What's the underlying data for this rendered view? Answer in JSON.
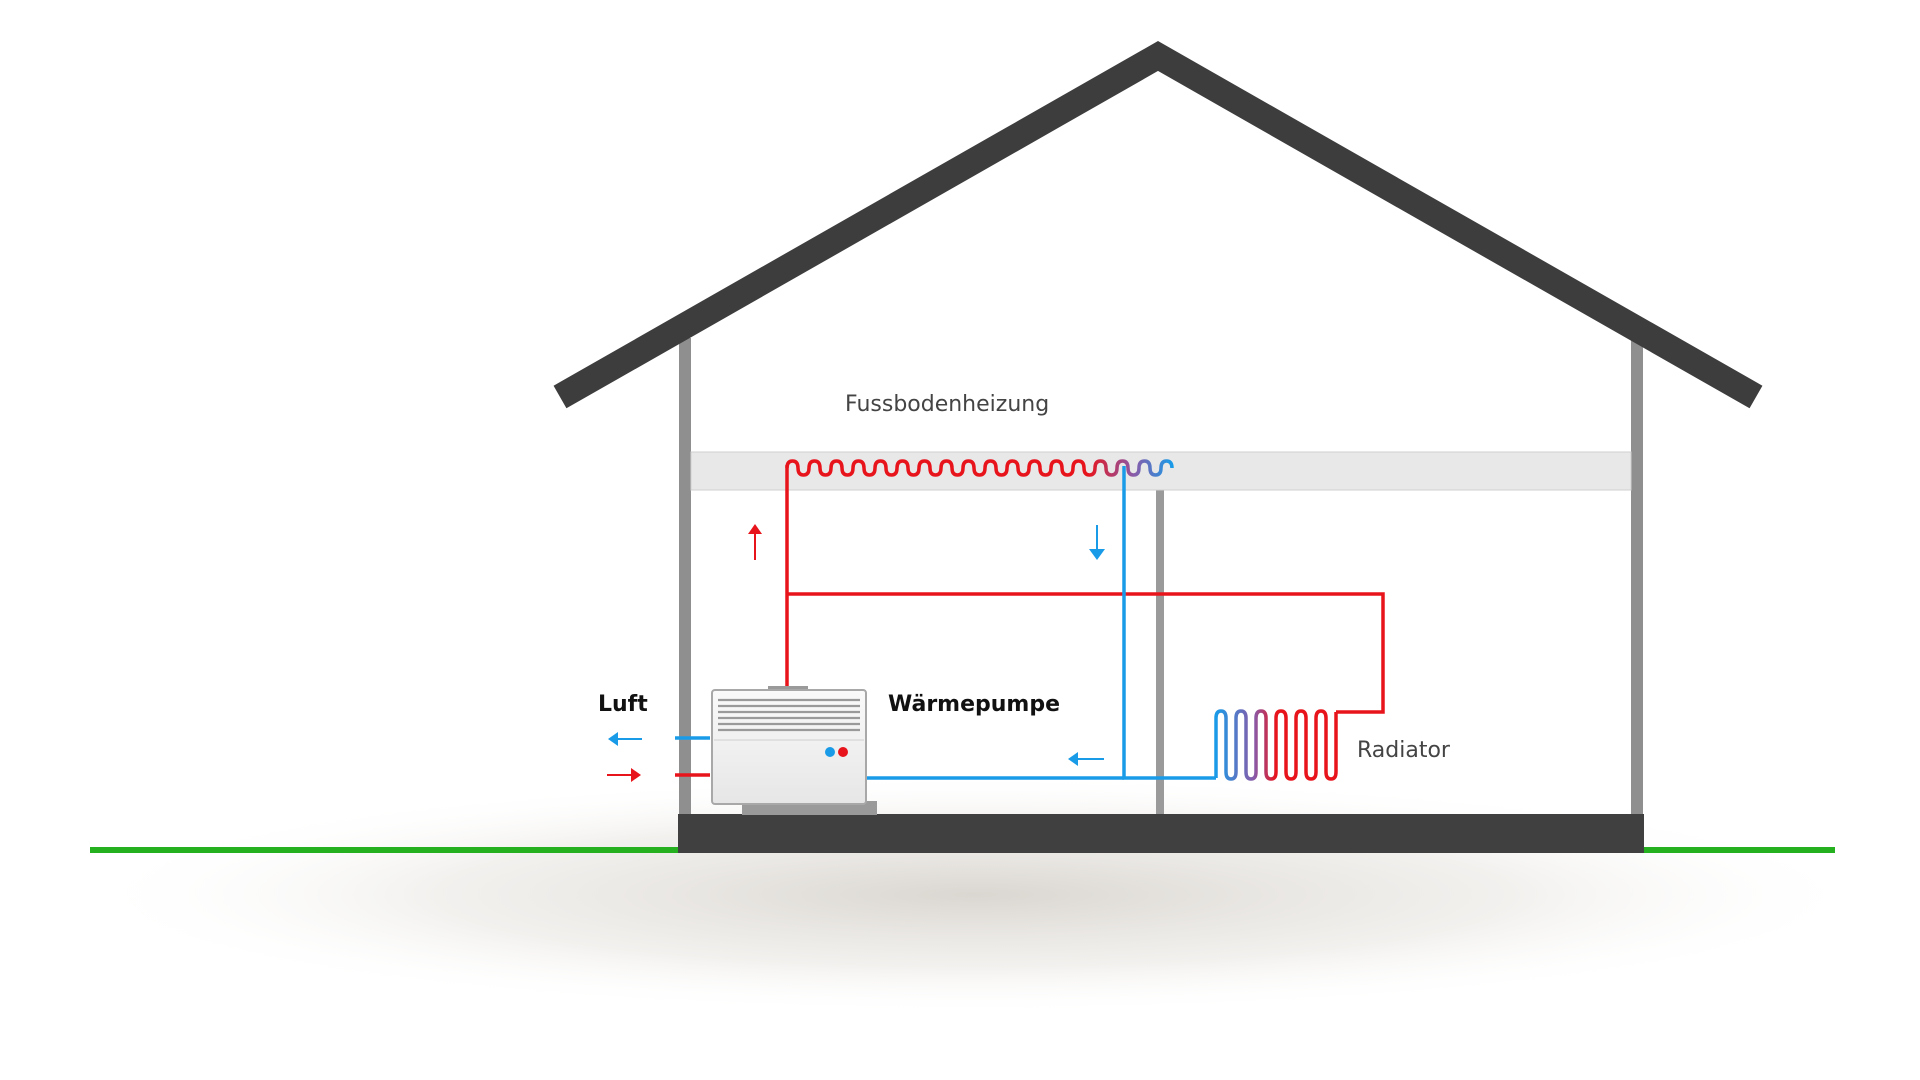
{
  "labels": {
    "floor_heating": "Fussbodenheizung",
    "heat_pump": "Wärmepumpe",
    "air": "Luft",
    "radiator": "Radiator"
  },
  "colors": {
    "hot": "#e8141c",
    "cold": "#1a9be8",
    "roof": "#3d3d3d",
    "wall": "#8f8f8f",
    "grass": "#24b01f",
    "floor_band": "#e8e8e8",
    "foundation": "#404040"
  }
}
